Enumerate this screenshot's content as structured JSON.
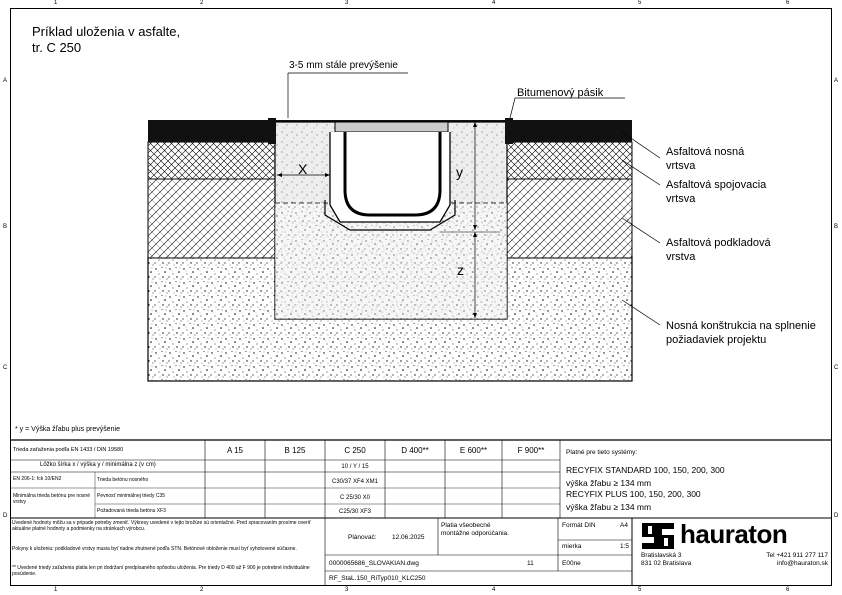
{
  "frame": {
    "col_ticks": [
      "1",
      "2",
      "3",
      "4",
      "5",
      "6"
    ],
    "row_ticks": [
      "A",
      "B",
      "C",
      "D"
    ]
  },
  "drawing": {
    "title_line1": "Príklad uloženia v asfalte,",
    "title_line2": "tr. C 250",
    "annotation_top": "3-5 mm stále prevýšenie",
    "label_bitumen": "Bitumenový pásik",
    "label_layer1_line1": "Asfaltová nosná",
    "label_layer1_line2": "vrtsva",
    "label_layer2_line1": "Asfaltová spojovacia",
    "label_layer2_line2": "vrtsva",
    "label_layer3_line1": "Asfaltová podkladová",
    "label_layer3_line2": "vrstva",
    "label_base_line1": "Nosná konštrukcia na splnenie",
    "label_base_line2": "požiadaviek projektu",
    "dim_x": "X",
    "dim_y": "y",
    "dim_z": "z",
    "footnote": "* y = Výška žľabu plus prevýšenie"
  },
  "table": {
    "header_left": "Trieda zaťaženia podľa EN 1433 / DIN 19580",
    "classes": [
      "A 15",
      "B 125",
      "C 250",
      "D 400**",
      "E 600**",
      "F 900**"
    ],
    "row1_label": "Lôžko šírka x / výška y / minimálna z (v cm)",
    "row1_value": "10 / Y / 15",
    "row2_left": "EN 206-1: fck 10/EN2",
    "row2_sub1": "Trieda betónu nosného",
    "row2_val1": "C30/37 XF4 XM1",
    "row2_group_label": "Minimálna trieda betónu pre nosné vrstvy",
    "row2_sub2": "Pevnosť minimálnej triedy C35",
    "row2_val2": "C 25/30 X0",
    "row2_sub3": "Požadovaná trieda betónu XF3",
    "row2_val3": "C25/30 XF3",
    "note_paragraph1": "Uvedené hodnoty môžu sa v pripade potreby zmeniť. Výkresy uvedené v tejto brožúre sú orientačné. Pred spracovaním prosíme overiť aktuálne platné hodnoty a podmienky na stránkach výrobcu.",
    "note_paragraph2": "Pokyny k uloženiu: podkladové vrstvy musia byť riadne zhutnené podľa STN. Betónové obloženie musí byť vyhotovené súčasne.",
    "note_paragraph3": "** Uvedené triedy zaťaženia platia len pri dodržaní predpísaného spôsobu uloženia. Pre triedy D 400 až F 900 je potrebné individuálne posúdenie.",
    "valid_for_label": "Platné pre tieto systémy:",
    "system1": "RECYFIX STANDARD 100, 150, 200, 300",
    "system1_height": "výška žľabu ≥ 134 mm",
    "system2": "RECYFIX PLUS 100, 150, 200, 300",
    "system2_height": "výška žľabu ≥ 134 mm",
    "planner_label": "Plánovač:",
    "date": "12.06.2025",
    "validity_note_line1": "Platia všeobecné",
    "validity_note_line2": "montážne odporúčania.",
    "format_label": "Formát DIN",
    "format_value": "A4",
    "scale_label": "mierka",
    "scale_value": "1:5",
    "filename": "0000065686_SLOVAKIAN.dwg",
    "sheet_no": "11",
    "code": "E00ne",
    "drawing_ref": "RF_StaL.150_RiTyp010_KLC250",
    "company_address_line1": "Bratislavská 3",
    "company_address_line2": "831 02 Bratislava",
    "company_phone": "Tel +421 911 277 117",
    "company_email": "info@hauraton.sk",
    "brand": "hauraton"
  }
}
